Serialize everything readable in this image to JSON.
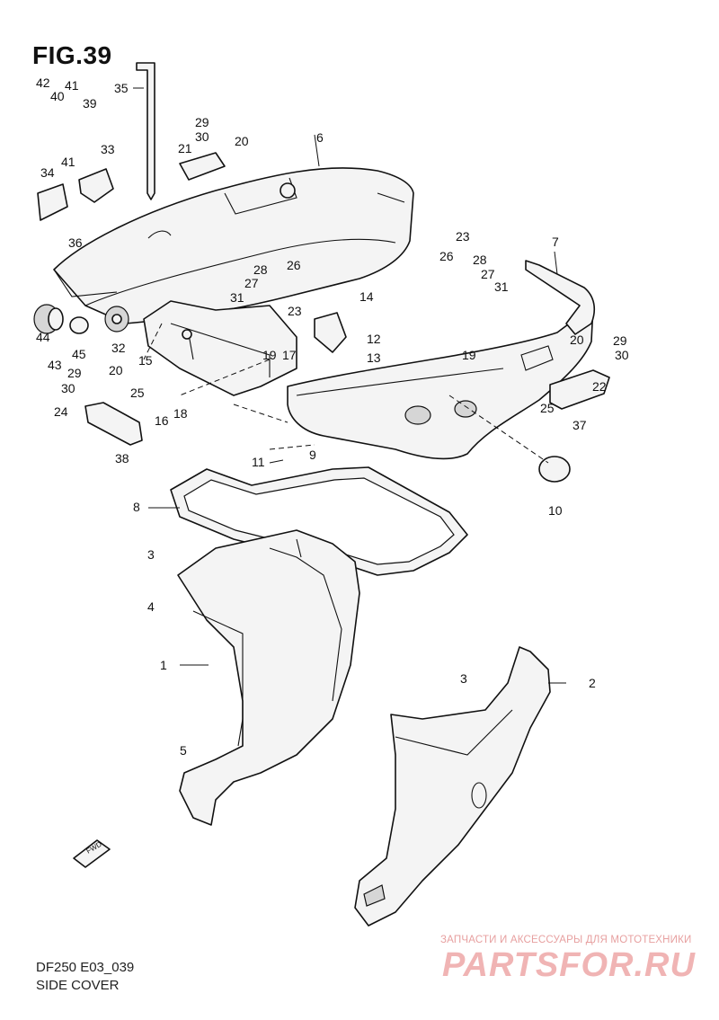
{
  "figure": {
    "title": "FIG.39",
    "code": "DF250 E03_039",
    "caption": "SIDE COVER"
  },
  "watermark": {
    "line1": "ЗАПЧАСТИ И АКСЕССУАРЫ ДЛЯ МОТОТЕХНИКИ",
    "line2": "PARTSFOR.RU"
  },
  "direction_marker": "FWD",
  "callouts": [
    "1",
    "2",
    "3",
    "3",
    "4",
    "5",
    "6",
    "7",
    "8",
    "9",
    "10",
    "11",
    "12",
    "13",
    "14",
    "15",
    "16",
    "17",
    "18",
    "19",
    "19",
    "20",
    "20",
    "20",
    "21",
    "22",
    "23",
    "23",
    "24",
    "25",
    "25",
    "26",
    "26",
    "27",
    "27",
    "28",
    "28",
    "29",
    "29",
    "29",
    "30",
    "30",
    "30",
    "31",
    "31",
    "32",
    "33",
    "34",
    "35",
    "36",
    "37",
    "38",
    "39",
    "40",
    "41",
    "41",
    "42",
    "43",
    "44",
    "45"
  ]
}
